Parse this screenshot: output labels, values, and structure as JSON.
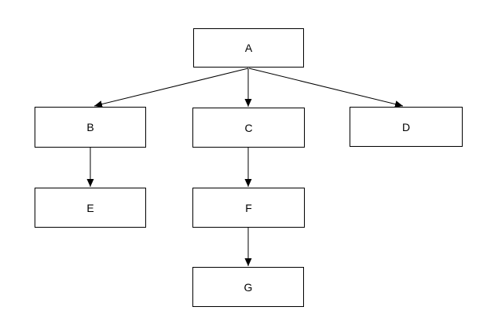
{
  "diagram": {
    "type": "tree",
    "background_color": "#ffffff",
    "node_border_color": "#000000",
    "node_fill_color": "#ffffff",
    "node_text_color": "#000000",
    "arrow_color": "#000000",
    "nodes": [
      {
        "id": "A",
        "label": "A"
      },
      {
        "id": "B",
        "label": "B"
      },
      {
        "id": "C",
        "label": "C"
      },
      {
        "id": "D",
        "label": "D"
      },
      {
        "id": "E",
        "label": "E"
      },
      {
        "id": "F",
        "label": "F"
      },
      {
        "id": "G",
        "label": "G"
      }
    ],
    "edges": [
      {
        "from": "A",
        "to": "B"
      },
      {
        "from": "A",
        "to": "C"
      },
      {
        "from": "A",
        "to": "D"
      },
      {
        "from": "B",
        "to": "E"
      },
      {
        "from": "C",
        "to": "F"
      },
      {
        "from": "F",
        "to": "G"
      }
    ]
  }
}
